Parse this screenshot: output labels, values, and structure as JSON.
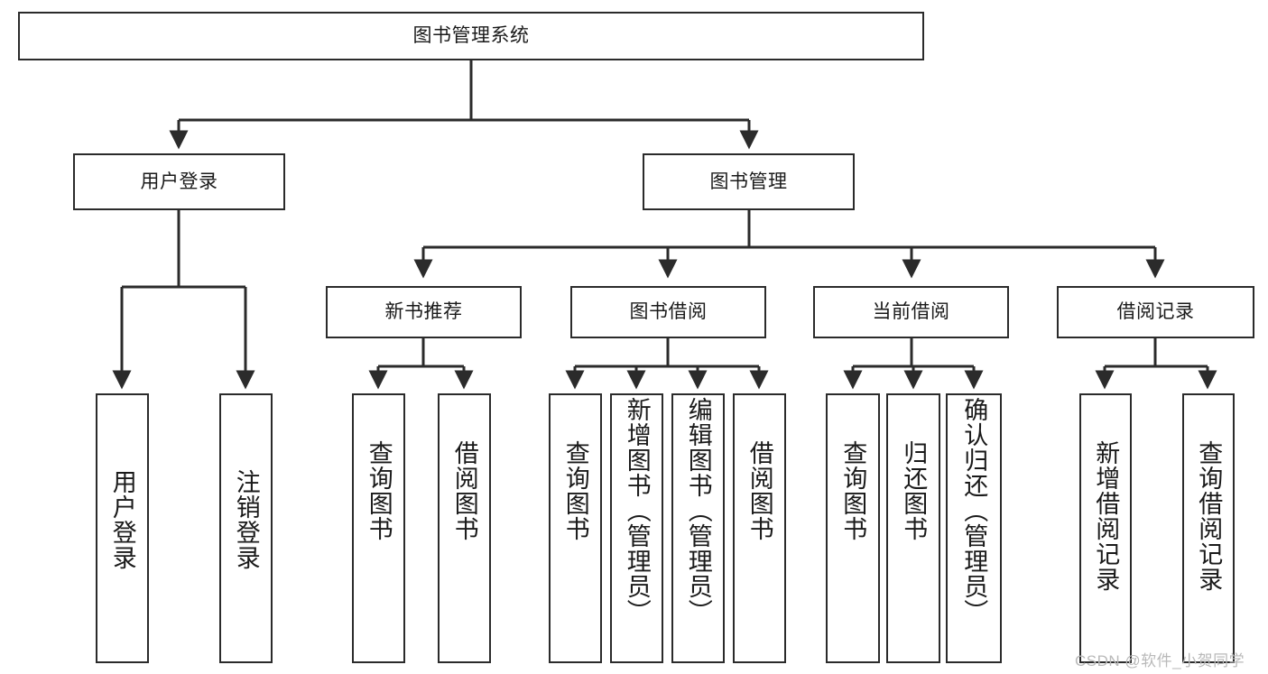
{
  "diagram": {
    "type": "tree-hierarchy-chart",
    "title": "图书管理系统",
    "colors": {
      "stroke": "#2b2b2b",
      "fill": "#ffffff",
      "text": "#1a1a1a",
      "watermark": "#b9b9b9"
    },
    "nodes": {
      "root": {
        "label": "图书管理系统"
      },
      "level2": [
        {
          "id": "user-login",
          "label": "用户登录"
        },
        {
          "id": "book-management",
          "label": "图书管理"
        }
      ],
      "level3": [
        {
          "id": "new-book-recommend",
          "label": "新书推荐"
        },
        {
          "id": "book-borrow",
          "label": "图书借阅"
        },
        {
          "id": "current-borrow",
          "label": "当前借阅"
        },
        {
          "id": "borrow-record",
          "label": "借阅记录"
        }
      ],
      "leaves": {
        "user_login": [
          {
            "id": "leaf-user-login",
            "label": "用户登录"
          },
          {
            "id": "leaf-logout-login",
            "label": "注销登录"
          }
        ],
        "new_book_recommend": [
          {
            "id": "leaf-query-book-1",
            "label": "查询图书"
          },
          {
            "id": "leaf-borrow-book-1",
            "label": "借阅图书"
          }
        ],
        "book_borrow": [
          {
            "id": "leaf-query-book-2",
            "label": "查询图书"
          },
          {
            "id": "leaf-add-book-admin",
            "label": "新增图书（管理员）"
          },
          {
            "id": "leaf-edit-book-admin",
            "label": "编辑图书（管理员）"
          },
          {
            "id": "leaf-borrow-book-2",
            "label": "借阅图书"
          }
        ],
        "current_borrow": [
          {
            "id": "leaf-query-book-3",
            "label": "查询图书"
          },
          {
            "id": "leaf-return-book",
            "label": "归还图书"
          },
          {
            "id": "leaf-confirm-return-admin",
            "label": "确认归还（管理员）"
          }
        ],
        "borrow_record": [
          {
            "id": "leaf-add-borrow-record",
            "label": "新增借阅记录"
          },
          {
            "id": "leaf-query-borrow-record",
            "label": "查询借阅记录"
          }
        ]
      }
    },
    "watermark": "CSDN @软件_小贺同学"
  }
}
